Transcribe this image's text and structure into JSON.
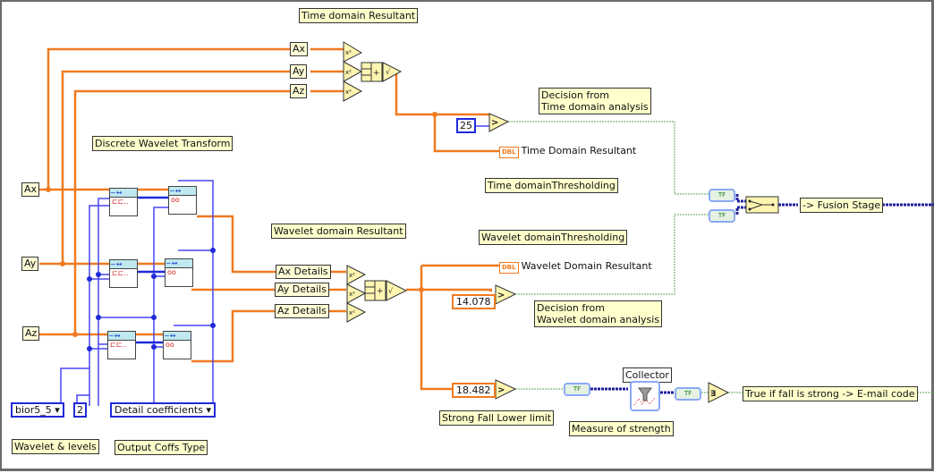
{
  "diagram": {
    "labels": {
      "time_domain_resultant": "Time domain Resultant",
      "dwt": "Discrete Wavelet Transform",
      "wavelet_domain_resultant": "Wavelet domain Resultant",
      "decision_time": "Decision from\nTime domain analysis",
      "time_thresholding": "Time domainThresholding",
      "wavelet_thresholding": "Wavelet domainThresholding",
      "decision_wavelet": "Decision from\nWavelet domain analysis",
      "strong_fall_lower_limit": "Strong Fall Lower limit",
      "measure_of_strength": "Measure of strength",
      "wavelet_levels": "Wavelet & levels",
      "output_coffs_type": "Output Coffs Type",
      "collector": "Collector",
      "fusion_stage": "-> Fusion Stage",
      "email_code": "True if fall is strong -> E-mail code"
    },
    "inputs": {
      "ax": "Ax",
      "ay": "Ay",
      "az": "Az"
    },
    "time_nodes": {
      "ax": "Ax",
      "ay": "Ay",
      "az": "Az"
    },
    "detail_nodes": {
      "ax": "Ax Details",
      "ay": "Ay Details",
      "az": "Az Details"
    },
    "constants": {
      "time_threshold": "25",
      "wavelet_threshold": "14.078",
      "strong_fall_limit": "18.482",
      "levels": "2"
    },
    "rings": {
      "wavelet": "bior5_5 ▾",
      "output_type": "Detail coefficients ▾"
    },
    "indicators": {
      "time_domain_resultant": "Time Domain Resultant",
      "wavelet_domain_resultant": "Wavelet Domain Resultant",
      "dbl_tag": "DBL"
    },
    "operators": {
      "square": "x²",
      "add": "+",
      "sqrt": "√",
      "greater": ">",
      "tf": "TF"
    },
    "colors": {
      "float_wire": "#f07a20",
      "int_wire": "#3b3bf0",
      "bool_wire": "#5aa85a",
      "dynamic_wire": "#1c1c9c",
      "label_bg": "#ffffcc"
    }
  }
}
